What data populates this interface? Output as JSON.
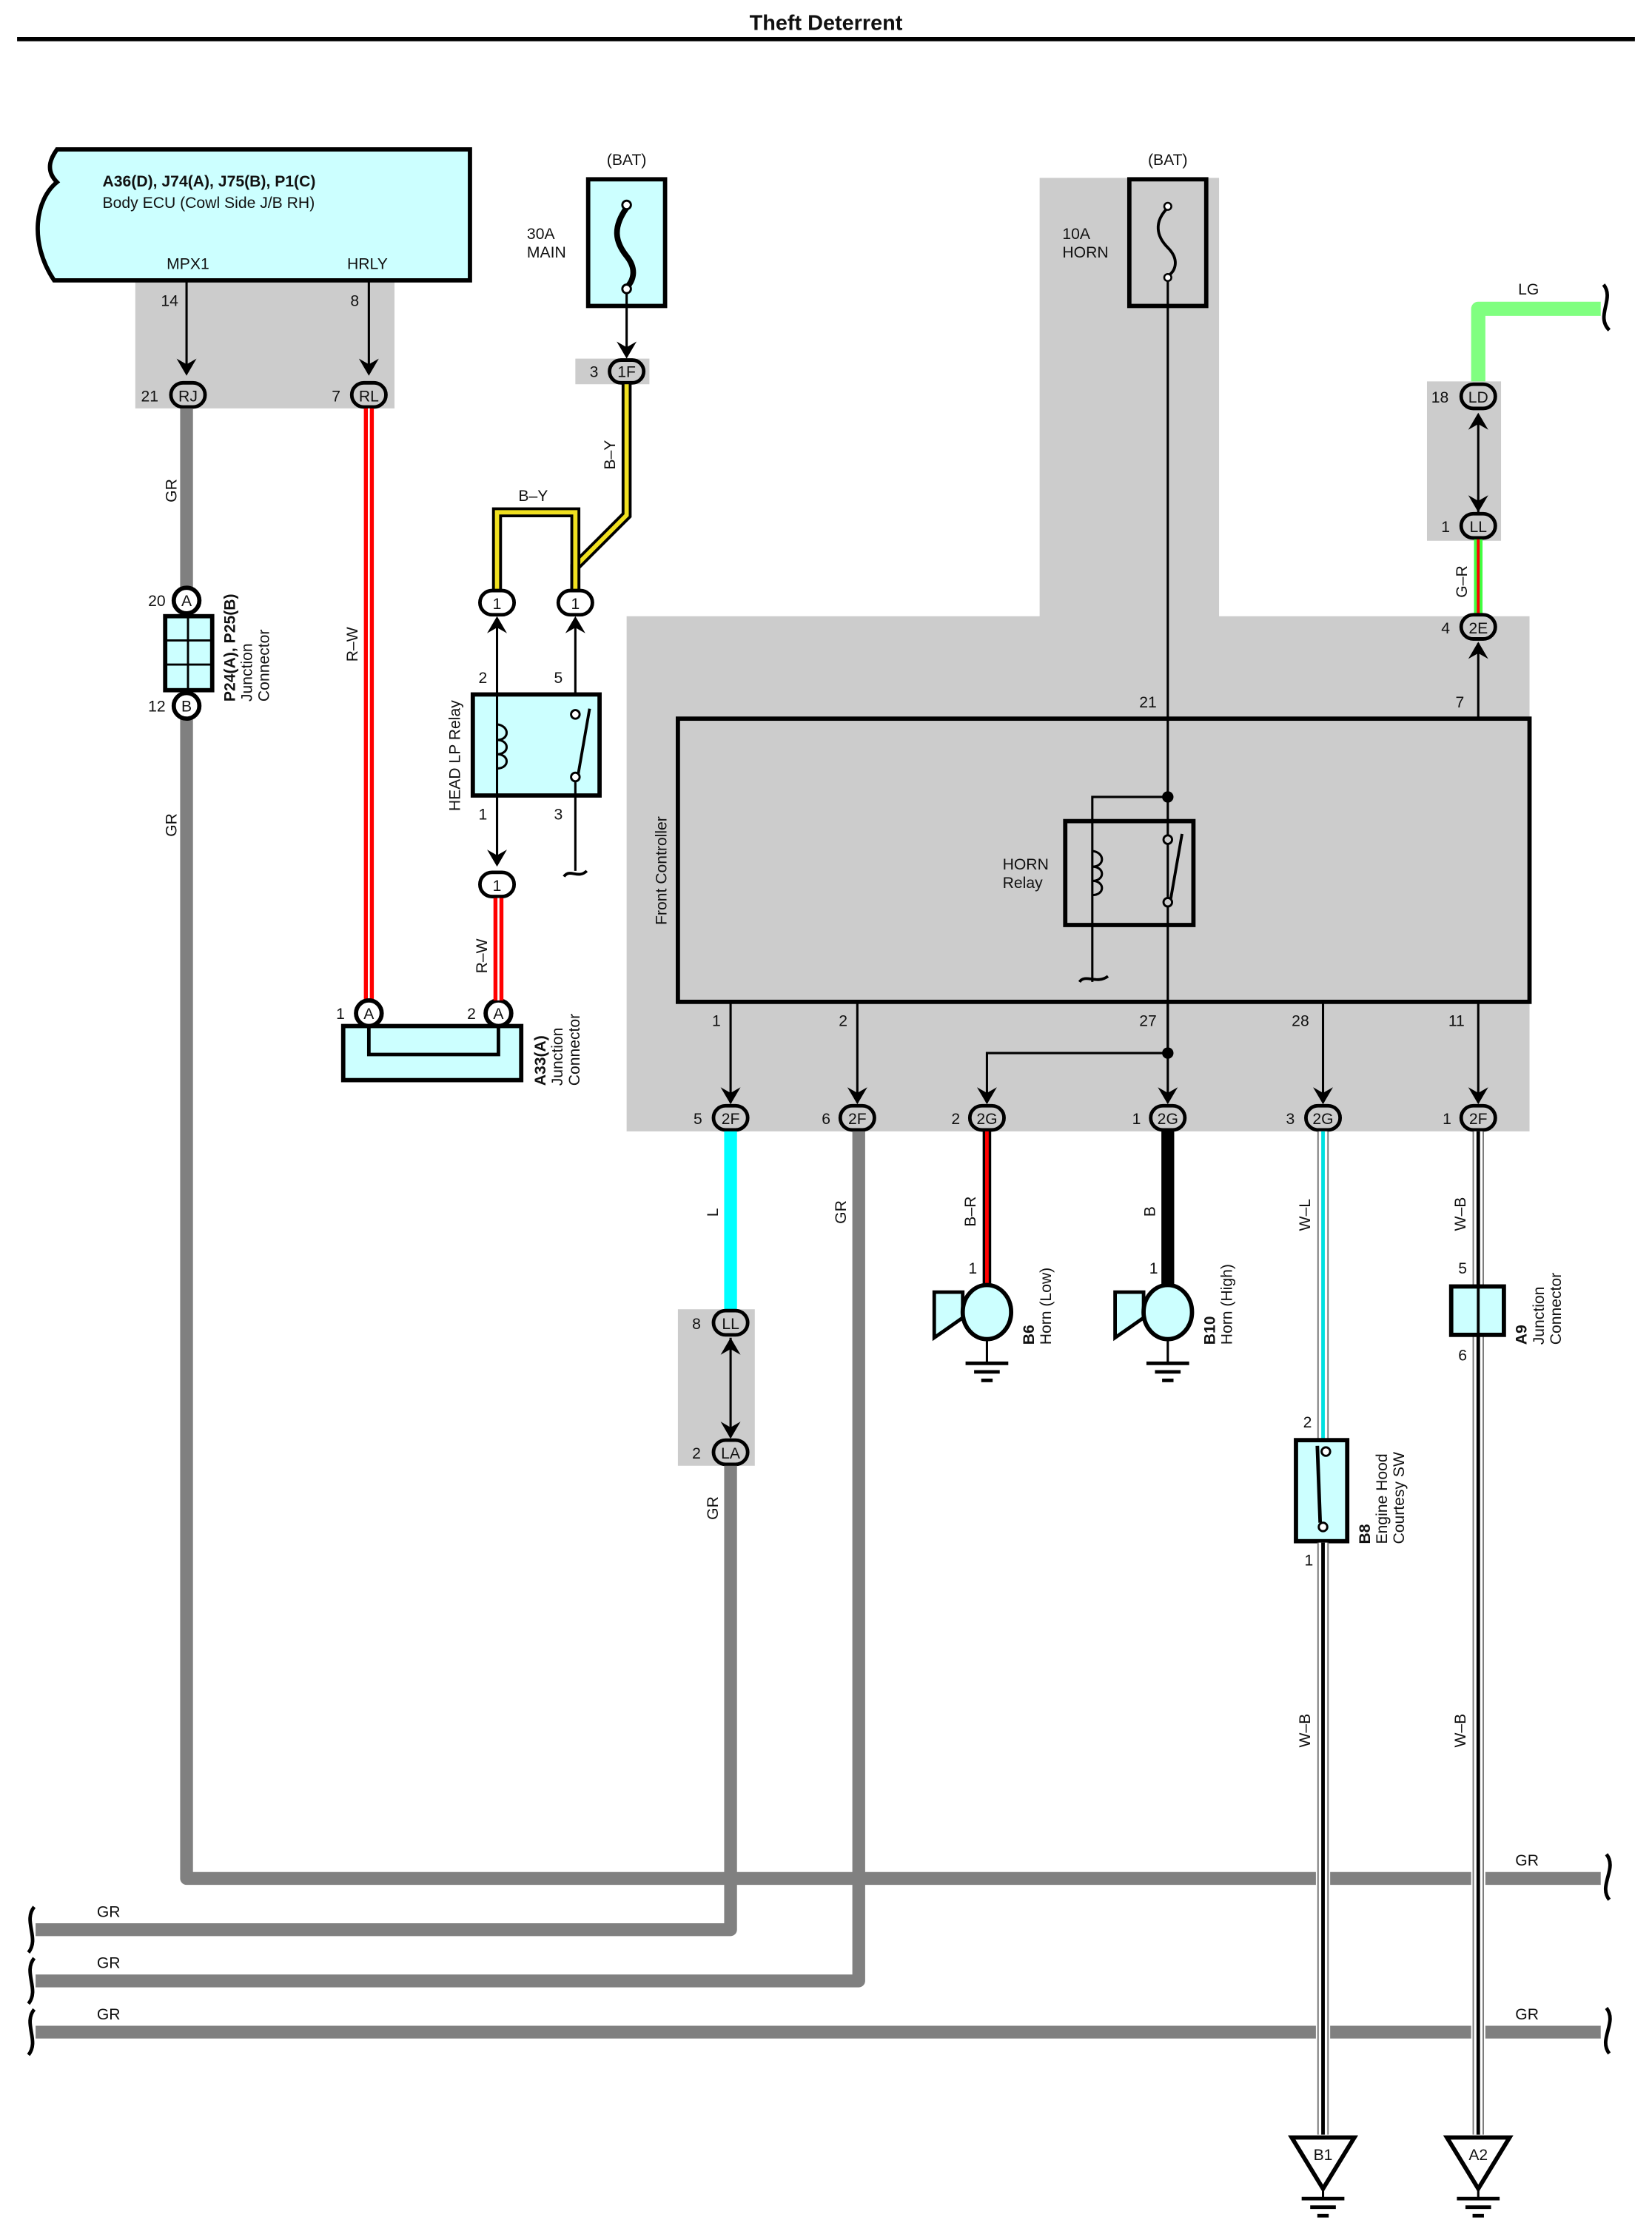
{
  "title": "Theft Deterrent",
  "body_ecu": {
    "connectors": "A36(D), J74(A), J75(B), P1(C)",
    "name": "Body ECU (Cowl Side J/B RH)",
    "pins": [
      {
        "label": "MPX1",
        "pin": "14",
        "junction_pin": "21",
        "junction": "RJ",
        "wire": "GR"
      },
      {
        "label": "HRLY",
        "pin": "8",
        "junction_pin": "7",
        "junction": "RL",
        "wire": "R–W"
      }
    ]
  },
  "fuse_main": {
    "source": "(BAT)",
    "rating": "30A",
    "name": "MAIN",
    "out_pin": "3",
    "out_conn": "1F",
    "wire": "B–Y"
  },
  "fuse_horn": {
    "source": "(BAT)",
    "rating": "10A",
    "name": "HORN"
  },
  "head_lp_relay": {
    "name": "HEAD LP Relay",
    "pins": {
      "coil_top": "2",
      "switch_top": "5",
      "coil_bottom": "1",
      "switch_bottom": "3"
    },
    "top_conns": [
      "1",
      "1"
    ],
    "bottom_conn": "1",
    "wire_top": "B–Y",
    "wire_bottom": "R–W"
  },
  "p24_p25": {
    "name": "P24(A), P25(B)",
    "desc1": "Junction",
    "desc2": "Connector",
    "pin_a": "20",
    "conn_a": "A",
    "pin_b": "12",
    "conn_b": "B",
    "wire": "GR"
  },
  "a33": {
    "name": "A33(A)",
    "desc1": "Junction",
    "desc2": "Connector",
    "pin1": "1",
    "conn1": "A",
    "pin2": "2",
    "conn2": "A"
  },
  "front_controller": {
    "name": "Front Controller",
    "top_pins": {
      "horn_feed": "21",
      "out7": "7"
    },
    "relay_label1": "HORN",
    "relay_label2": "Relay",
    "bottom_pins": [
      {
        "pin": "1",
        "conn_pin": "5",
        "conn": "2F",
        "wire": "L"
      },
      {
        "pin": "2",
        "conn_pin": "6",
        "conn": "2F",
        "wire": "GR"
      },
      {
        "pin": "",
        "conn_pin": "2",
        "conn": "2G",
        "wire": "B–R"
      },
      {
        "pin": "27",
        "conn_pin": "1",
        "conn": "2G",
        "wire": "B"
      },
      {
        "pin": "28",
        "conn_pin": "3",
        "conn": "2G",
        "wire": "W–L"
      },
      {
        "pin": "11",
        "conn_pin": "1",
        "conn": "2F",
        "wire": "W–B"
      }
    ]
  },
  "right_chain": {
    "wire_top": "LG",
    "conn1_pin": "18",
    "conn1": "LD",
    "conn2_pin": "1",
    "conn2": "LL",
    "wire_mid": "G–R",
    "conn3_pin": "4",
    "conn3": "2E"
  },
  "ll_la": {
    "pin1": "8",
    "conn1": "LL",
    "pin2": "2",
    "conn2": "LA",
    "wire": "GR"
  },
  "horn_low": {
    "id": "B6",
    "name": "Horn (Low)",
    "pin": "1"
  },
  "horn_high": {
    "id": "B10",
    "name": "Horn (High)",
    "pin": "1"
  },
  "hood_sw": {
    "id": "B8",
    "name1": "Engine Hood",
    "name2": "Courtesy SW",
    "pin_top": "2",
    "pin_bottom": "1",
    "wire_bottom": "W–B"
  },
  "a9": {
    "id": "A9",
    "desc1": "Junction",
    "desc2": "Connector",
    "pin_top": "5",
    "pin_bottom": "6",
    "wire_bottom": "W–B"
  },
  "grounds": [
    "B1",
    "A2"
  ],
  "bus_wires": {
    "right_top": "GR",
    "right_bottom": "GR",
    "left": [
      "GR",
      "GR",
      "GR"
    ]
  }
}
